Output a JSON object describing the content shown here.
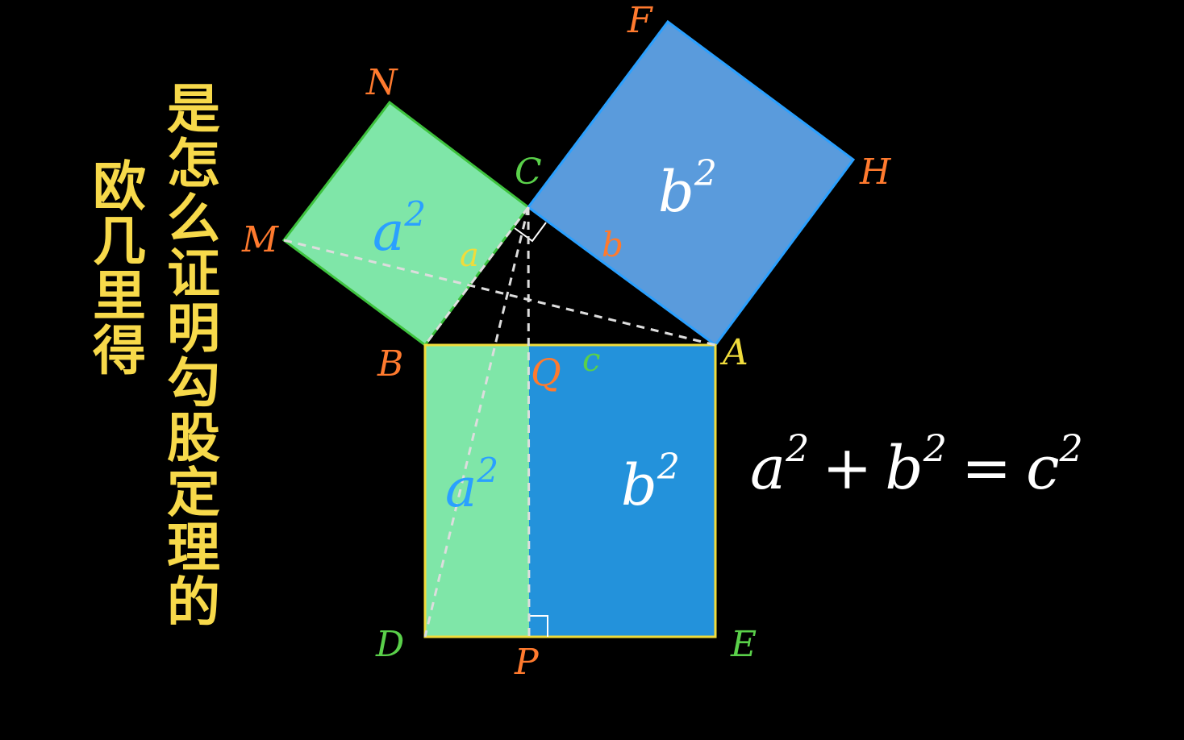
{
  "title": {
    "line1": "是怎么证明勾股定理的",
    "line2": "欧几里得"
  },
  "points": {
    "N": "N",
    "C": "C",
    "F": "F",
    "H": "H",
    "M": "M",
    "B": "B",
    "Q": "Q",
    "A": "A",
    "D": "D",
    "P": "P",
    "E": "E"
  },
  "sides": {
    "a": "a",
    "b": "b",
    "c": "c"
  },
  "squares": {
    "small": {
      "base": "a",
      "exp": "2"
    },
    "medium": {
      "base": "b",
      "exp": "2"
    },
    "rect_left": {
      "base": "a",
      "exp": "2"
    },
    "rect_right": {
      "base": "b",
      "exp": "2"
    }
  },
  "formula": {
    "a": "a",
    "a_exp": "2",
    "plus": "+",
    "b": "b",
    "b_exp": "2",
    "eq": "=",
    "c": "c",
    "c_exp": "2"
  },
  "colors": {
    "background": "#000000",
    "title": "#f7d94a",
    "green_fill": "#7fe6a8",
    "green_stroke": "#3ec23e",
    "blue_fill": "#5a9bdc",
    "blue_stroke": "#2aa0ff",
    "rect_blue": "#2392db",
    "rect_stroke": "#f0dc3c",
    "label_orange": "#ff7a2e",
    "label_green": "#5ad04a",
    "label_yellow": "#f0dc3c",
    "dash": "#dddddd"
  }
}
